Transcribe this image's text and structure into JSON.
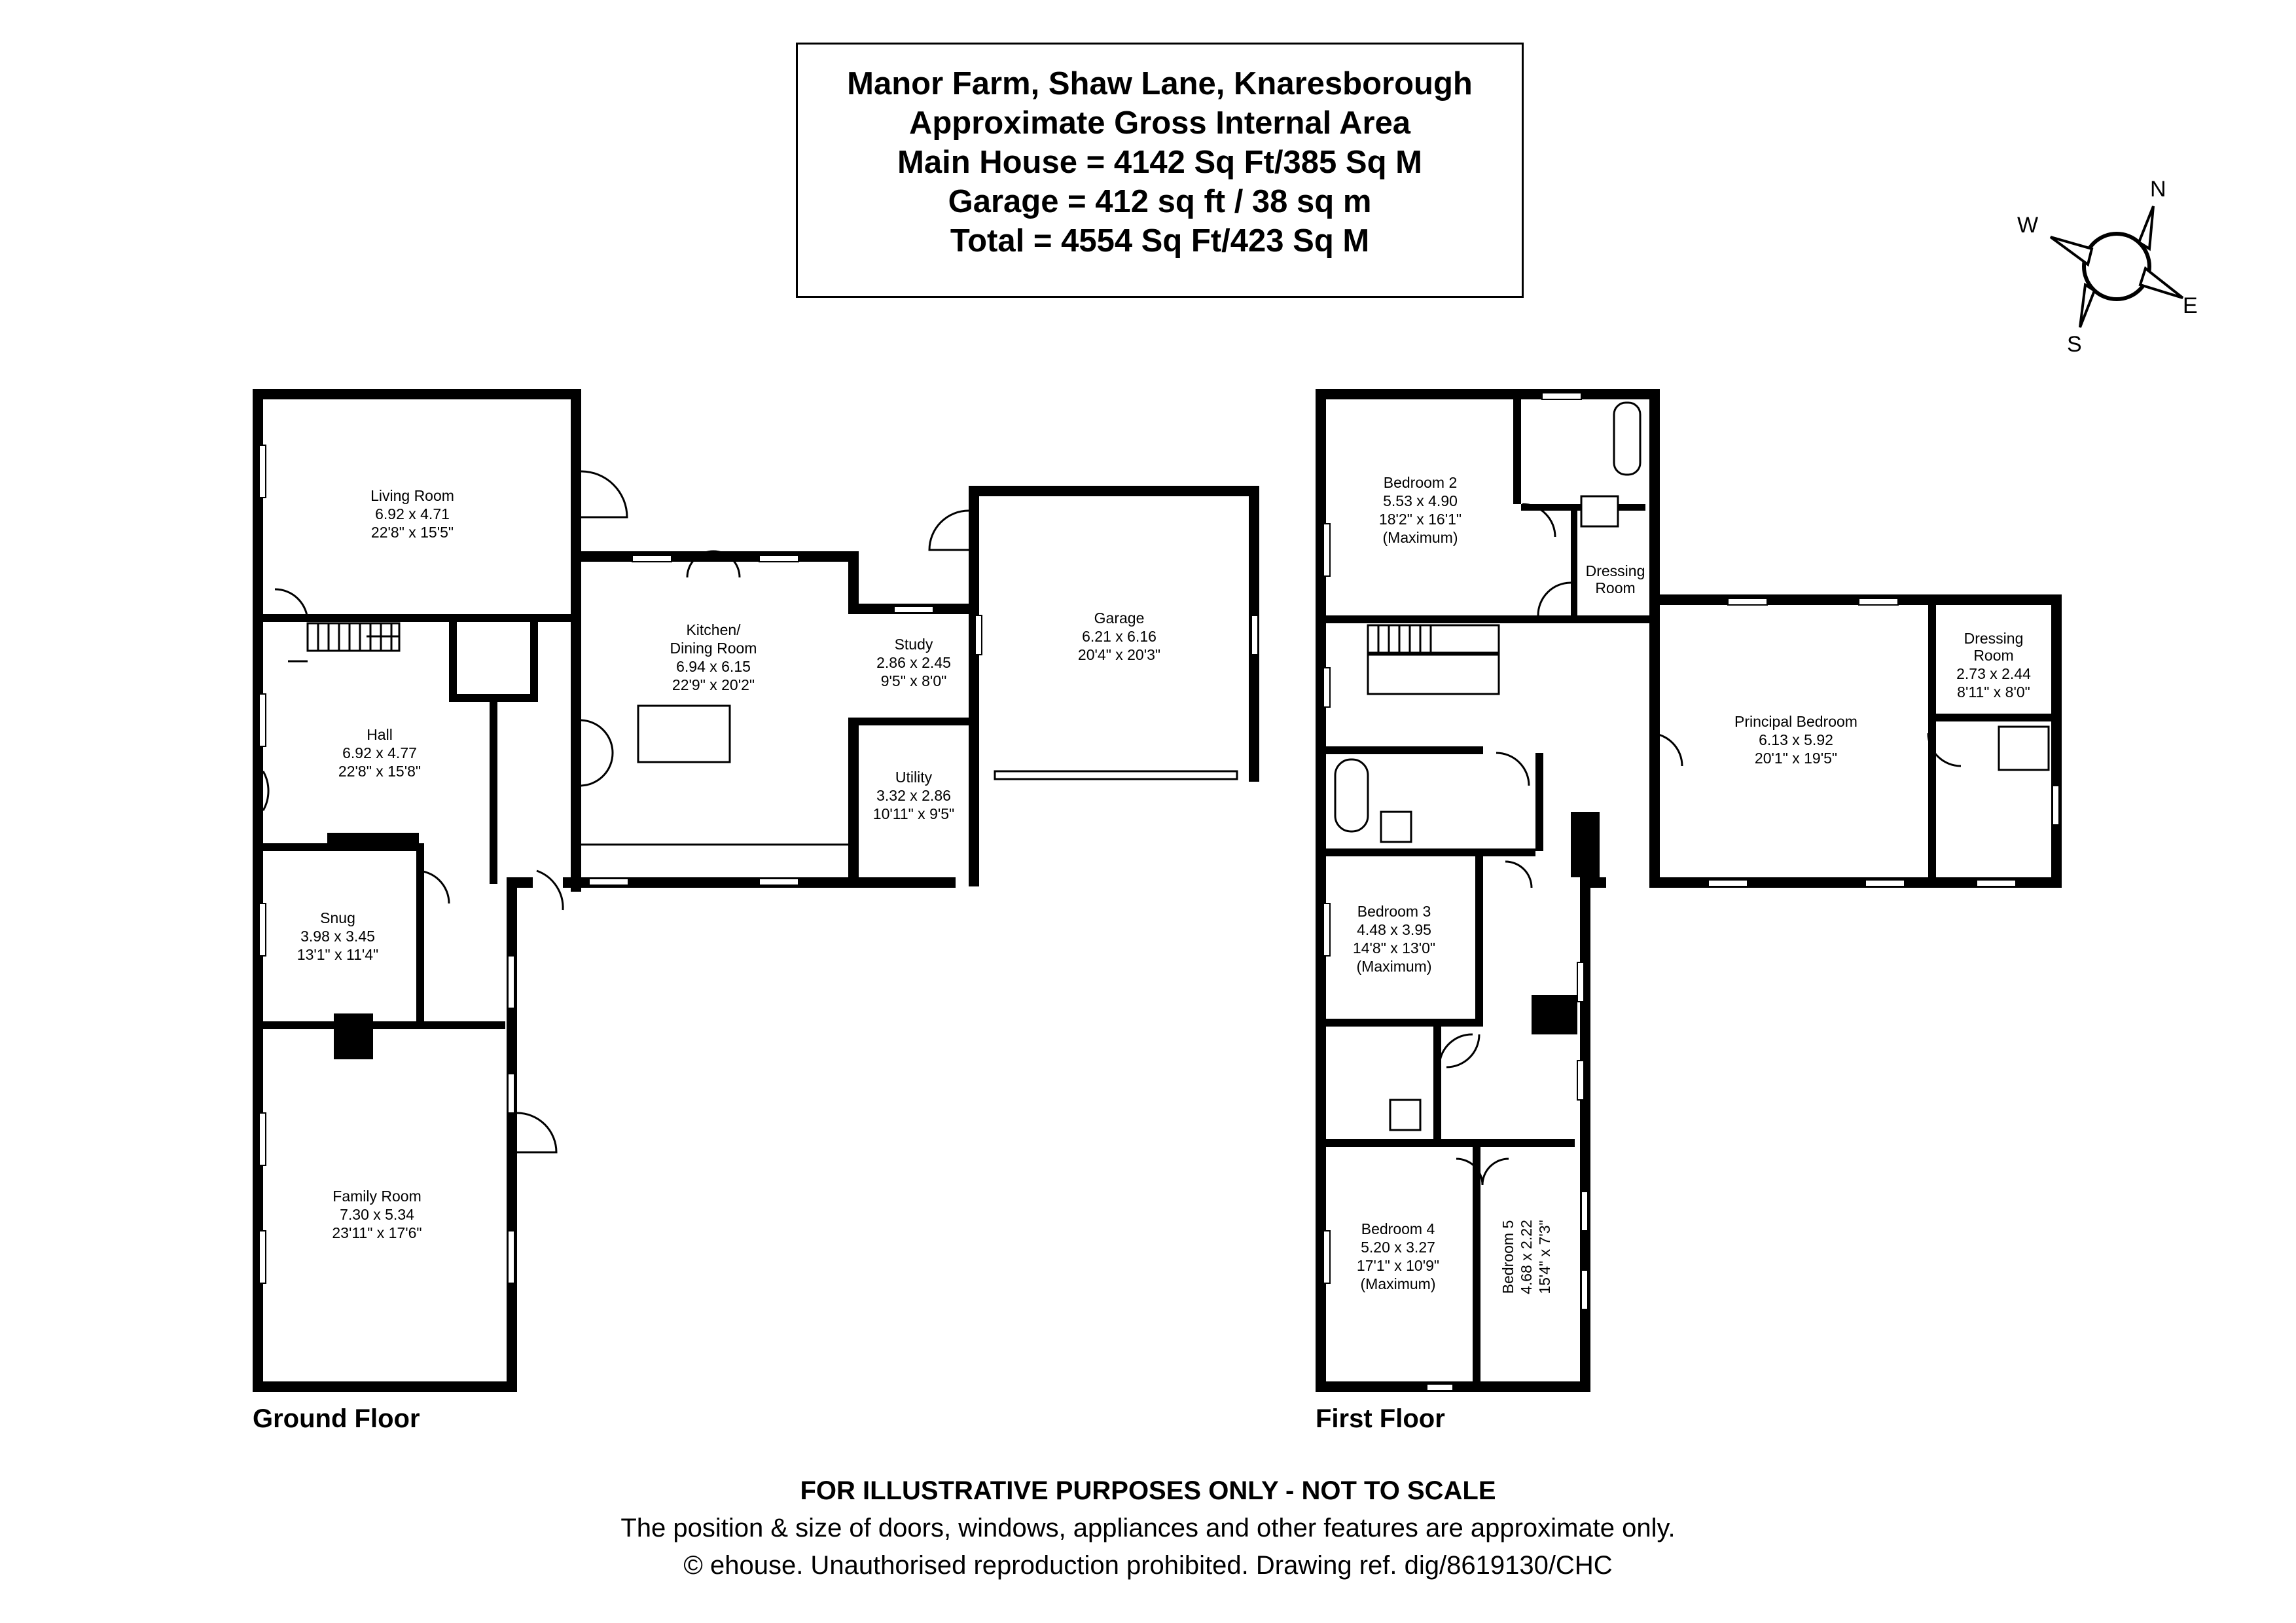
{
  "title_block": {
    "line1": "Manor Farm, Shaw Lane, Knaresborough",
    "line2": "Approximate Gross Internal Area",
    "line3": "Main House = 4142 Sq Ft/385 Sq M",
    "line4": "Garage = 412 sq ft / 38 sq m",
    "line5": "Total = 4554 Sq Ft/423 Sq M"
  },
  "compass": {
    "n": "N",
    "e": "E",
    "s": "S",
    "w": "W"
  },
  "floors": {
    "ground": {
      "label": "Ground Floor",
      "rooms": {
        "living_room": {
          "name": "Living Room",
          "metric": "6.92 x 4.71",
          "imperial": "22'8\" x 15'5\""
        },
        "kitchen": {
          "name": "Kitchen/",
          "name2": "Dining Room",
          "metric": "6.94 x 6.15",
          "imperial": "22'9\" x 20'2\""
        },
        "study": {
          "name": "Study",
          "metric": "2.86 x 2.45",
          "imperial": "9'5\" x 8'0\""
        },
        "garage": {
          "name": "Garage",
          "metric": "6.21 x 6.16",
          "imperial": "20'4\" x 20'3\""
        },
        "hall": {
          "name": "Hall",
          "metric": "6.92 x 4.77",
          "imperial": "22'8\" x 15'8\""
        },
        "utility": {
          "name": "Utility",
          "metric": "3.32 x 2.86",
          "imperial": "10'11\" x 9'5\""
        },
        "snug": {
          "name": "Snug",
          "metric": "3.98 x 3.45",
          "imperial": "13'1\" x 11'4\""
        },
        "family_room": {
          "name": "Family Room",
          "metric": "7.30 x 5.34",
          "imperial": "23'11\" x 17'6\""
        }
      }
    },
    "first": {
      "label": "First Floor",
      "rooms": {
        "bedroom2": {
          "name": "Bedroom 2",
          "metric": "5.53 x 4.90",
          "imperial": "18'2\" x 16'1\"",
          "note": "(Maximum)"
        },
        "dressing_room_1": {
          "name": "Dressing",
          "name2": "Room"
        },
        "principal_bedroom": {
          "name": "Principal Bedroom",
          "metric": "6.13 x 5.92",
          "imperial": "20'1\" x 19'5\""
        },
        "dressing_room_2": {
          "name": "Dressing",
          "name2": "Room",
          "metric": "2.73 x 2.44",
          "imperial": "8'11\" x 8'0\""
        },
        "bedroom3": {
          "name": "Bedroom 3",
          "metric": "4.48 x 3.95",
          "imperial": "14'8\" x 13'0\"",
          "note": "(Maximum)"
        },
        "bedroom4": {
          "name": "Bedroom 4",
          "metric": "5.20 x 3.27",
          "imperial": "17'1\" x 10'9\"",
          "note": "(Maximum)"
        },
        "bedroom5": {
          "name": "Bedroom 5",
          "metric": "4.68 x 2.22",
          "imperial": "15'4\" x 7'3\""
        }
      }
    }
  },
  "footer": {
    "line1": "FOR ILLUSTRATIVE PURPOSES ONLY - NOT TO SCALE",
    "line2": "The position & size of doors, windows, appliances and other features are approximate only.",
    "line3": "© ehouse. Unauthorised reproduction prohibited. Drawing ref. dig/8619130/CHC"
  }
}
